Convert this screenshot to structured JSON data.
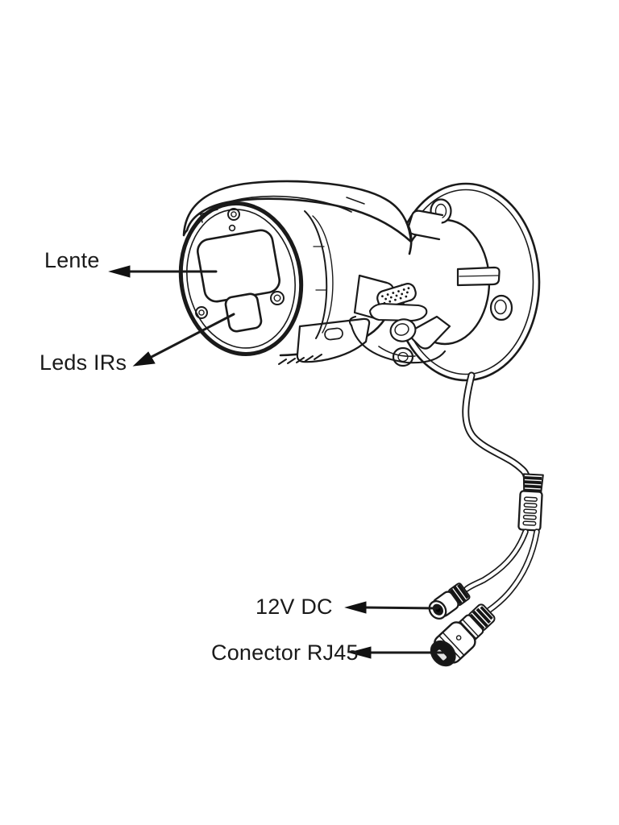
{
  "diagram": {
    "type": "device-callout-diagram",
    "background_color": "#ffffff",
    "line_color": "#1a1a1a",
    "connector_dark_color": "#161616",
    "callouts": [
      {
        "id": "lente",
        "label": "Lente",
        "target": "lens-window"
      },
      {
        "id": "leds-irs",
        "label": "Leds IRs",
        "target": "ir-led-window"
      },
      {
        "id": "dc-12v",
        "label": "12V DC",
        "target": "dc-power-plug"
      },
      {
        "id": "conector-rj45",
        "label": "Conector RJ45",
        "target": "rj45-plug"
      }
    ]
  }
}
